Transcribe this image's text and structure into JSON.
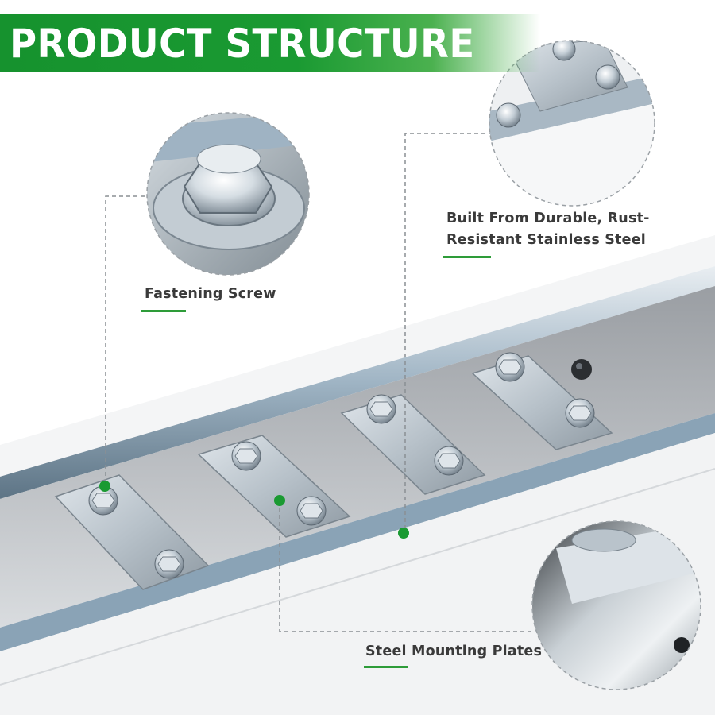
{
  "banner": {
    "title": "PRODUCT STRUCTURE"
  },
  "callouts": {
    "fastening_screw": "Fastening Screw",
    "stainless_line1": "Built From Durable, Rust-",
    "stainless_line2": "Resistant Stainless Steel",
    "mounting_plates": "Steel Mounting Plates"
  },
  "colors": {
    "accent_green": "#1a9a32",
    "label_text": "#3a3a3a",
    "steel": "#b9c3cb"
  }
}
